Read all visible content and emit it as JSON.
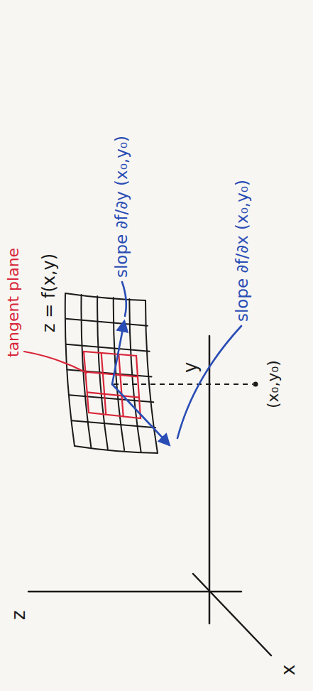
{
  "diagram": {
    "labels": [
      "tangent plane",
      "z = f(x,y)",
      "z",
      "y",
      "x",
      "(x₀,y₀)",
      "slope ∂f/∂y (x₀,y₀)",
      "slope ∂f/∂x (x₀,y₀)"
    ]
  }
}
